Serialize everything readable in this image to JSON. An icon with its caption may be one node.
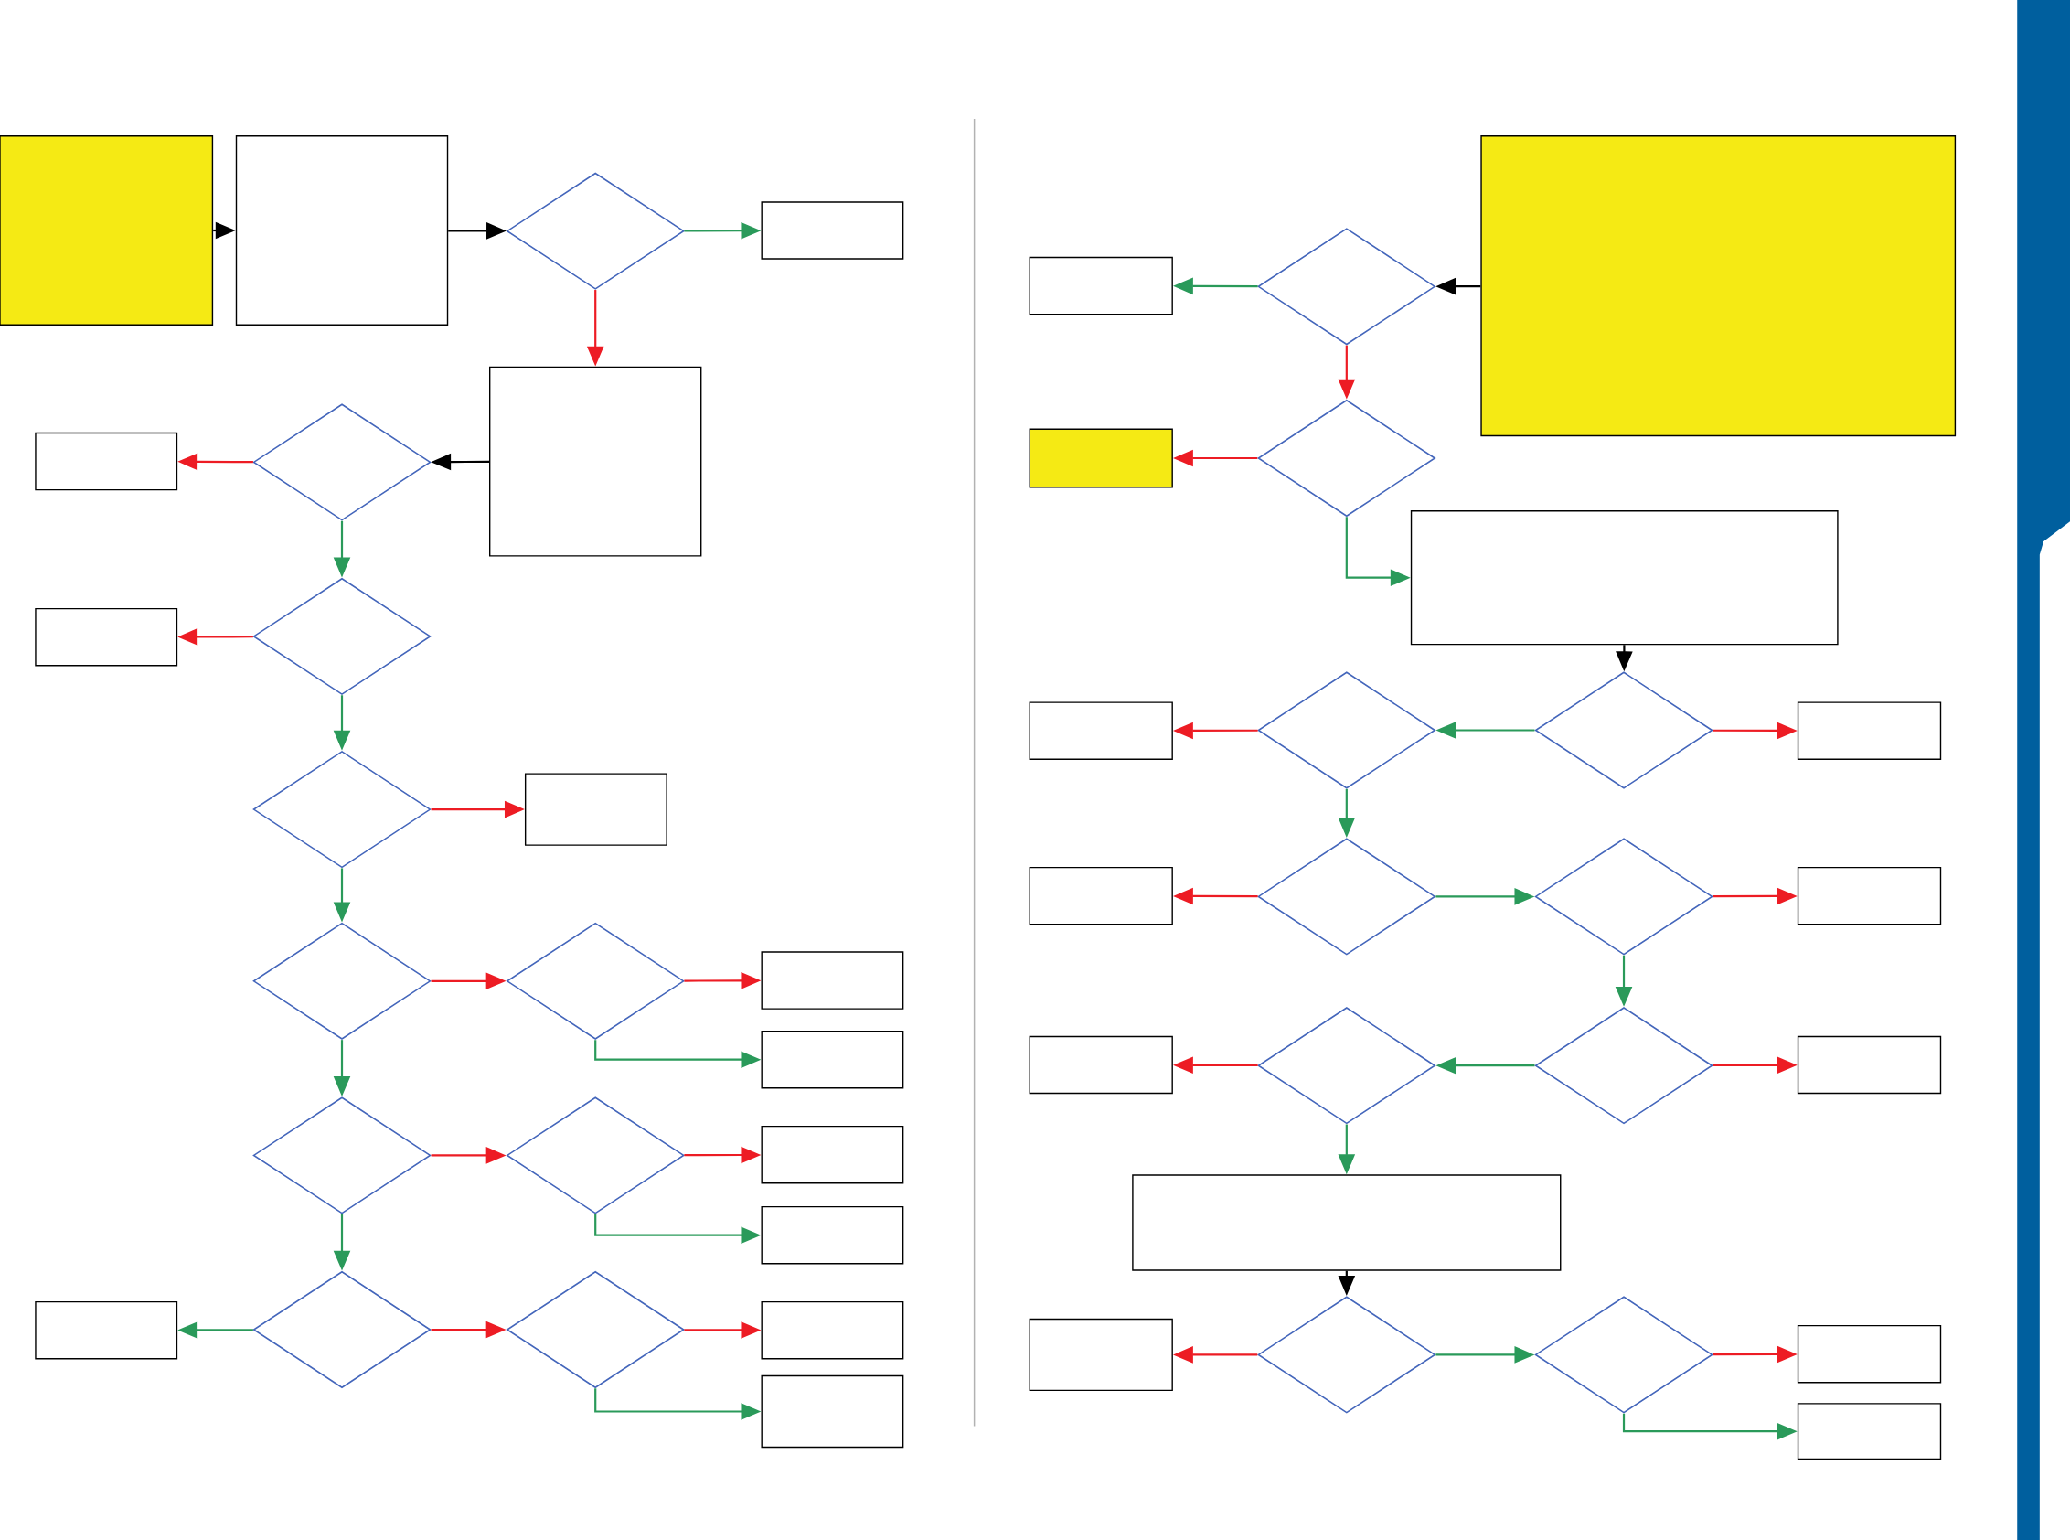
{
  "diagram": {
    "nodes": [
      {
        "text": [],
        "shape": "box"
      },
      {
        "text": [],
        "shape": "box"
      },
      {
        "text": [],
        "shape": "diamond"
      },
      {
        "text": [],
        "shape": "box"
      },
      {
        "text": [],
        "shape": "box"
      },
      {
        "text": [],
        "shape": "diamond"
      },
      {
        "text": [],
        "shape": "box"
      },
      {
        "text": [],
        "shape": "diamond"
      },
      {
        "text": [],
        "shape": "box"
      },
      {
        "text": [],
        "shape": "diamond"
      },
      {
        "text": [],
        "shape": "box"
      },
      {
        "text": [],
        "shape": "diamond"
      },
      {
        "text": [],
        "shape": "diamond"
      },
      {
        "text": [],
        "shape": "box"
      },
      {
        "text": [],
        "shape": "box"
      },
      {
        "text": [],
        "shape": "diamond"
      },
      {
        "text": [],
        "shape": "diamond"
      },
      {
        "text": [],
        "shape": "box"
      },
      {
        "text": [],
        "shape": "box"
      },
      {
        "text": [],
        "shape": "box"
      },
      {
        "text": [],
        "shape": "diamond"
      },
      {
        "text": [],
        "shape": "diamond"
      },
      {
        "text": [],
        "shape": "box"
      },
      {
        "text": [],
        "shape": "box"
      },
      {
        "text": [],
        "shape": "box"
      },
      {
        "text": [],
        "shape": "box"
      },
      {
        "text": [],
        "shape": "diamond"
      },
      {
        "text": [],
        "shape": "box"
      },
      {
        "text": [],
        "shape": "diamond"
      },
      {
        "text": [],
        "shape": "box"
      },
      {
        "text": [],
        "shape": "box"
      },
      {
        "text": [],
        "shape": "diamond"
      },
      {
        "text": [],
        "shape": "diamond"
      },
      {
        "text": [],
        "shape": "box"
      },
      {
        "text": [],
        "shape": "box"
      },
      {
        "text": [],
        "shape": "diamond"
      },
      {
        "text": [],
        "shape": "diamond"
      },
      {
        "text": [],
        "shape": "box"
      },
      {
        "text": [],
        "shape": "box"
      },
      {
        "text": [],
        "shape": "diamond"
      },
      {
        "text": [],
        "shape": "diamond"
      },
      {
        "text": [],
        "shape": "box"
      },
      {
        "text": [],
        "shape": "box"
      },
      {
        "text": [],
        "shape": "box"
      },
      {
        "text": [],
        "shape": "diamond"
      },
      {
        "text": [],
        "shape": "diamond"
      },
      {
        "text": [],
        "shape": "box"
      },
      {
        "text": [],
        "shape": "box"
      }
    ],
    "edges": [
      {
        "from": 0,
        "to": 1,
        "arrow": "to",
        "color": "#000000"
      },
      {
        "from": 1,
        "to": 2,
        "arrow": "to",
        "color": "#000000"
      },
      {
        "from": 2,
        "to": 3,
        "arrow": "to",
        "color": "#2a9a5a"
      },
      {
        "from": 2,
        "to": 4,
        "arrow": "to",
        "color": "#ed1c24"
      },
      {
        "from": 4,
        "to": 5,
        "arrow": "to",
        "color": "#000000"
      },
      {
        "from": 5,
        "to": 6,
        "arrow": "to",
        "color": "#ed1c24"
      },
      {
        "from": 5,
        "to": 7,
        "arrow": "to",
        "color": "#2a9a5a"
      },
      {
        "from": 7,
        "to": 8,
        "arrow": "to",
        "color": "#ed1c24"
      },
      {
        "from": 7,
        "to": 9,
        "arrow": "to",
        "color": "#2a9a5a"
      },
      {
        "from": 9,
        "to": 10,
        "arrow": "to",
        "color": "#ed1c24"
      },
      {
        "from": 9,
        "to": 11,
        "arrow": "to",
        "color": "#2a9a5a"
      },
      {
        "from": 11,
        "to": 12,
        "arrow": "to",
        "color": "#ed1c24"
      },
      {
        "from": 12,
        "to": 13,
        "arrow": "to",
        "color": "#ed1c24"
      },
      {
        "from": 12,
        "to": 14,
        "arrow": "to",
        "color": "#2a9a5a"
      },
      {
        "from": 11,
        "to": 15,
        "arrow": "to",
        "color": "#2a9a5a"
      },
      {
        "from": 15,
        "to": 16,
        "arrow": "to",
        "color": "#ed1c24"
      },
      {
        "from": 16,
        "to": 17,
        "arrow": "to",
        "color": "#ed1c24"
      },
      {
        "from": 16,
        "to": 18,
        "arrow": "to",
        "color": "#2a9a5a"
      },
      {
        "from": 15,
        "to": 20,
        "arrow": "to",
        "color": "#2a9a5a"
      },
      {
        "from": 20,
        "to": 19,
        "arrow": "to",
        "color": "#2a9a5a"
      },
      {
        "from": 20,
        "to": 21,
        "arrow": "to",
        "color": "#ed1c24"
      },
      {
        "from": 21,
        "to": 22,
        "arrow": "to",
        "color": "#ed1c24"
      },
      {
        "from": 21,
        "to": 23,
        "arrow": "to",
        "color": "#2a9a5a"
      },
      {
        "from": 24,
        "to": 26,
        "arrow": "to",
        "color": "#000000"
      },
      {
        "from": 26,
        "to": 25,
        "arrow": "to",
        "color": "#2a9a5a"
      },
      {
        "from": 26,
        "to": 28,
        "arrow": "to",
        "color": "#ed1c24"
      },
      {
        "from": 28,
        "to": 27,
        "arrow": "to",
        "color": "#ed1c24"
      },
      {
        "from": 28,
        "to": 29,
        "arrow": "to",
        "color": "#2a9a5a"
      },
      {
        "from": 29,
        "to": 32,
        "arrow": "to",
        "color": "#000000"
      },
      {
        "from": 32,
        "to": 31,
        "arrow": "to",
        "color": "#2a9a5a"
      },
      {
        "from": 32,
        "to": 33,
        "arrow": "to",
        "color": "#ed1c24"
      },
      {
        "from": 31,
        "to": 30,
        "arrow": "to",
        "color": "#ed1c24"
      },
      {
        "from": 31,
        "to": 35,
        "arrow": "to",
        "color": "#2a9a5a"
      },
      {
        "from": 35,
        "to": 34,
        "arrow": "to",
        "color": "#ed1c24"
      },
      {
        "from": 35,
        "to": 36,
        "arrow": "to",
        "color": "#2a9a5a"
      },
      {
        "from": 36,
        "to": 37,
        "arrow": "to",
        "color": "#ed1c24"
      },
      {
        "from": 36,
        "to": 40,
        "arrow": "to",
        "color": "#2a9a5a"
      },
      {
        "from": 40,
        "to": 39,
        "arrow": "to",
        "color": "#2a9a5a"
      },
      {
        "from": 40,
        "to": 41,
        "arrow": "to",
        "color": "#ed1c24"
      },
      {
        "from": 39,
        "to": 38,
        "arrow": "to",
        "color": "#ed1c24"
      },
      {
        "from": 39,
        "to": 42,
        "arrow": "to",
        "color": "#2a9a5a"
      },
      {
        "from": 42,
        "to": 44,
        "arrow": "to",
        "color": "#000000"
      },
      {
        "from": 44,
        "to": 43,
        "arrow": "to",
        "color": "#ed1c24"
      },
      {
        "from": 44,
        "to": 45,
        "arrow": "to",
        "color": "#2a9a5a"
      },
      {
        "from": 45,
        "to": 46,
        "arrow": "to",
        "color": "#ed1c24"
      },
      {
        "from": 45,
        "to": 47,
        "arrow": "to",
        "color": "#2a9a5a"
      }
    ]
  }
}
